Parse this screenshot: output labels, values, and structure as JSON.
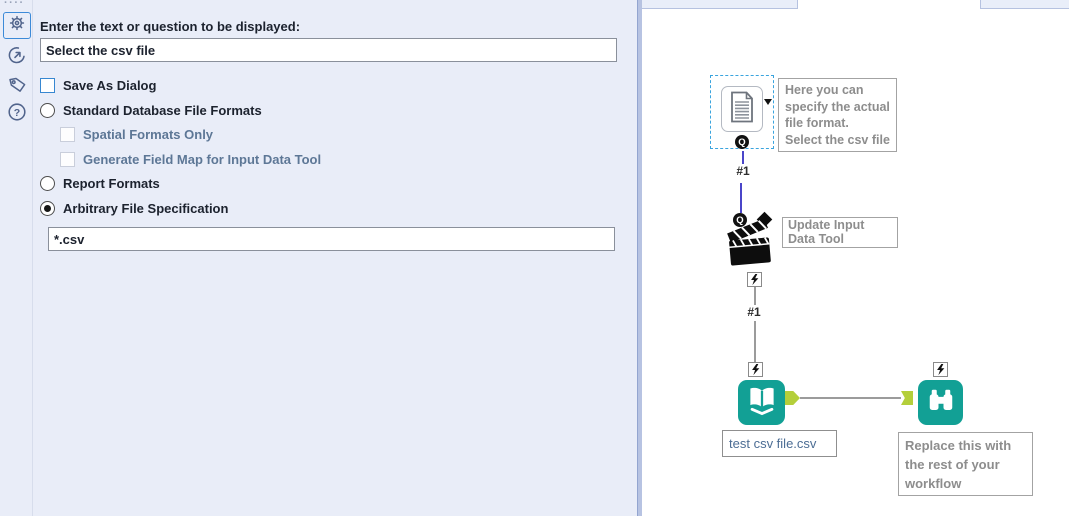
{
  "sidebar": {
    "dots": "····",
    "help_glyph": "?",
    "icons": [
      {
        "name": "gear",
        "selected": true
      },
      {
        "name": "shortcut-arrow",
        "selected": false
      },
      {
        "name": "tag",
        "selected": false
      },
      {
        "name": "help",
        "selected": false
      }
    ]
  },
  "config": {
    "question_label": "Enter the text or question to be displayed:",
    "question_value": "Select the csv file",
    "options": [
      {
        "type": "checkbox",
        "label": "Save As Dialog",
        "checked": false,
        "enabled": true
      },
      {
        "type": "radio",
        "label": "Standard Database File Formats",
        "checked": false,
        "enabled": true
      },
      {
        "type": "checkbox",
        "label": "Spatial Formats Only",
        "checked": false,
        "enabled": false
      },
      {
        "type": "checkbox",
        "label": "Generate Field Map for Input Data Tool",
        "checked": false,
        "enabled": false
      },
      {
        "type": "radio",
        "label": "Report Formats",
        "checked": false,
        "enabled": true
      },
      {
        "type": "radio",
        "label": "Arbitrary File Specification",
        "checked": true,
        "enabled": true
      }
    ],
    "file_spec_value": "*.csv"
  },
  "canvas": {
    "q_badge": "Q",
    "connection_labels": {
      "first": "#1",
      "second": "#1"
    },
    "annotations": {
      "file_browse": "Here you can\nspecify the actual\nfile format.\nSelect the csv file",
      "action": "Update Input\nData Tool",
      "browse": "Replace this with\nthe rest of your\nworkflow"
    },
    "input_tool_caption": "test csv file.csv",
    "tools": [
      {
        "name": "file-browse",
        "selected": true
      },
      {
        "name": "action",
        "selected": false
      },
      {
        "name": "input-data",
        "selected": false
      },
      {
        "name": "browse",
        "selected": false
      }
    ]
  },
  "colors": {
    "accent_teal": "#12a095",
    "anchor_green": "#b4cf3b",
    "connection_blue": "#4a45c9",
    "selection_blue": "#3aa4de",
    "panel_bg": "#e9edf8"
  }
}
